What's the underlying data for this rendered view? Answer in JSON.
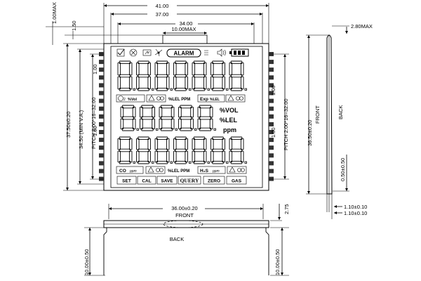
{
  "dimensions": {
    "overall_width": "41.00",
    "frame_width": "37.00",
    "viewing_width": "34.00",
    "tab_width": "10.00MAX",
    "top_offset": "1.00MAX",
    "tab_height": "1.50",
    "overall_height": "37.50±0.20",
    "viewing_height": "34.50 (MIN V.A.)",
    "pitch_left": "PITCH 2.00*16=32.00",
    "pitch_right": "PITCH 2.00*16=32.00",
    "pin_top_gap_left": "1.00",
    "pin_bottom_gap_left": "1.00",
    "pin_top_gap_right": "1.00",
    "pin_bottom_gap_right": "1.00",
    "side_height": "36.50±0.20",
    "side_top": "2.80MAX",
    "side_pin": "0.50±0.50",
    "side_thick1": "1.10±0.10",
    "side_thick2": "1.10±0.10",
    "bottom_width": "36.00±0.20",
    "bottom_thick": "2.75",
    "pin_len_left": "10.00±0.50",
    "pin_len_right": "10.00±0.50"
  },
  "labels": {
    "front_side": "FRONT",
    "back_side": "BACK",
    "front_bottom": "FRONT",
    "back_bottom": "BACK"
  },
  "lcd": {
    "alarm": "ALARM",
    "o2_label": "O",
    "o2_sub": "2",
    "vol_label": "%Vol",
    "lel_ppm_row1": "%LEL PPM",
    "exp_label": "Exp",
    "exp_unit": "%LEL",
    "pct_vol": "%VOL",
    "pct_lel": "%LEL",
    "ppm": "ppm",
    "co_label": "CO",
    "co_unit": "ppm",
    "lel_ppm_row2": "%LEL PPM",
    "h2s_label": "H₂S",
    "h2s_unit": "ppm",
    "buttons": [
      "SET",
      "CAL",
      "SAVE",
      "QUERY",
      "ZERO",
      "GAS"
    ]
  }
}
